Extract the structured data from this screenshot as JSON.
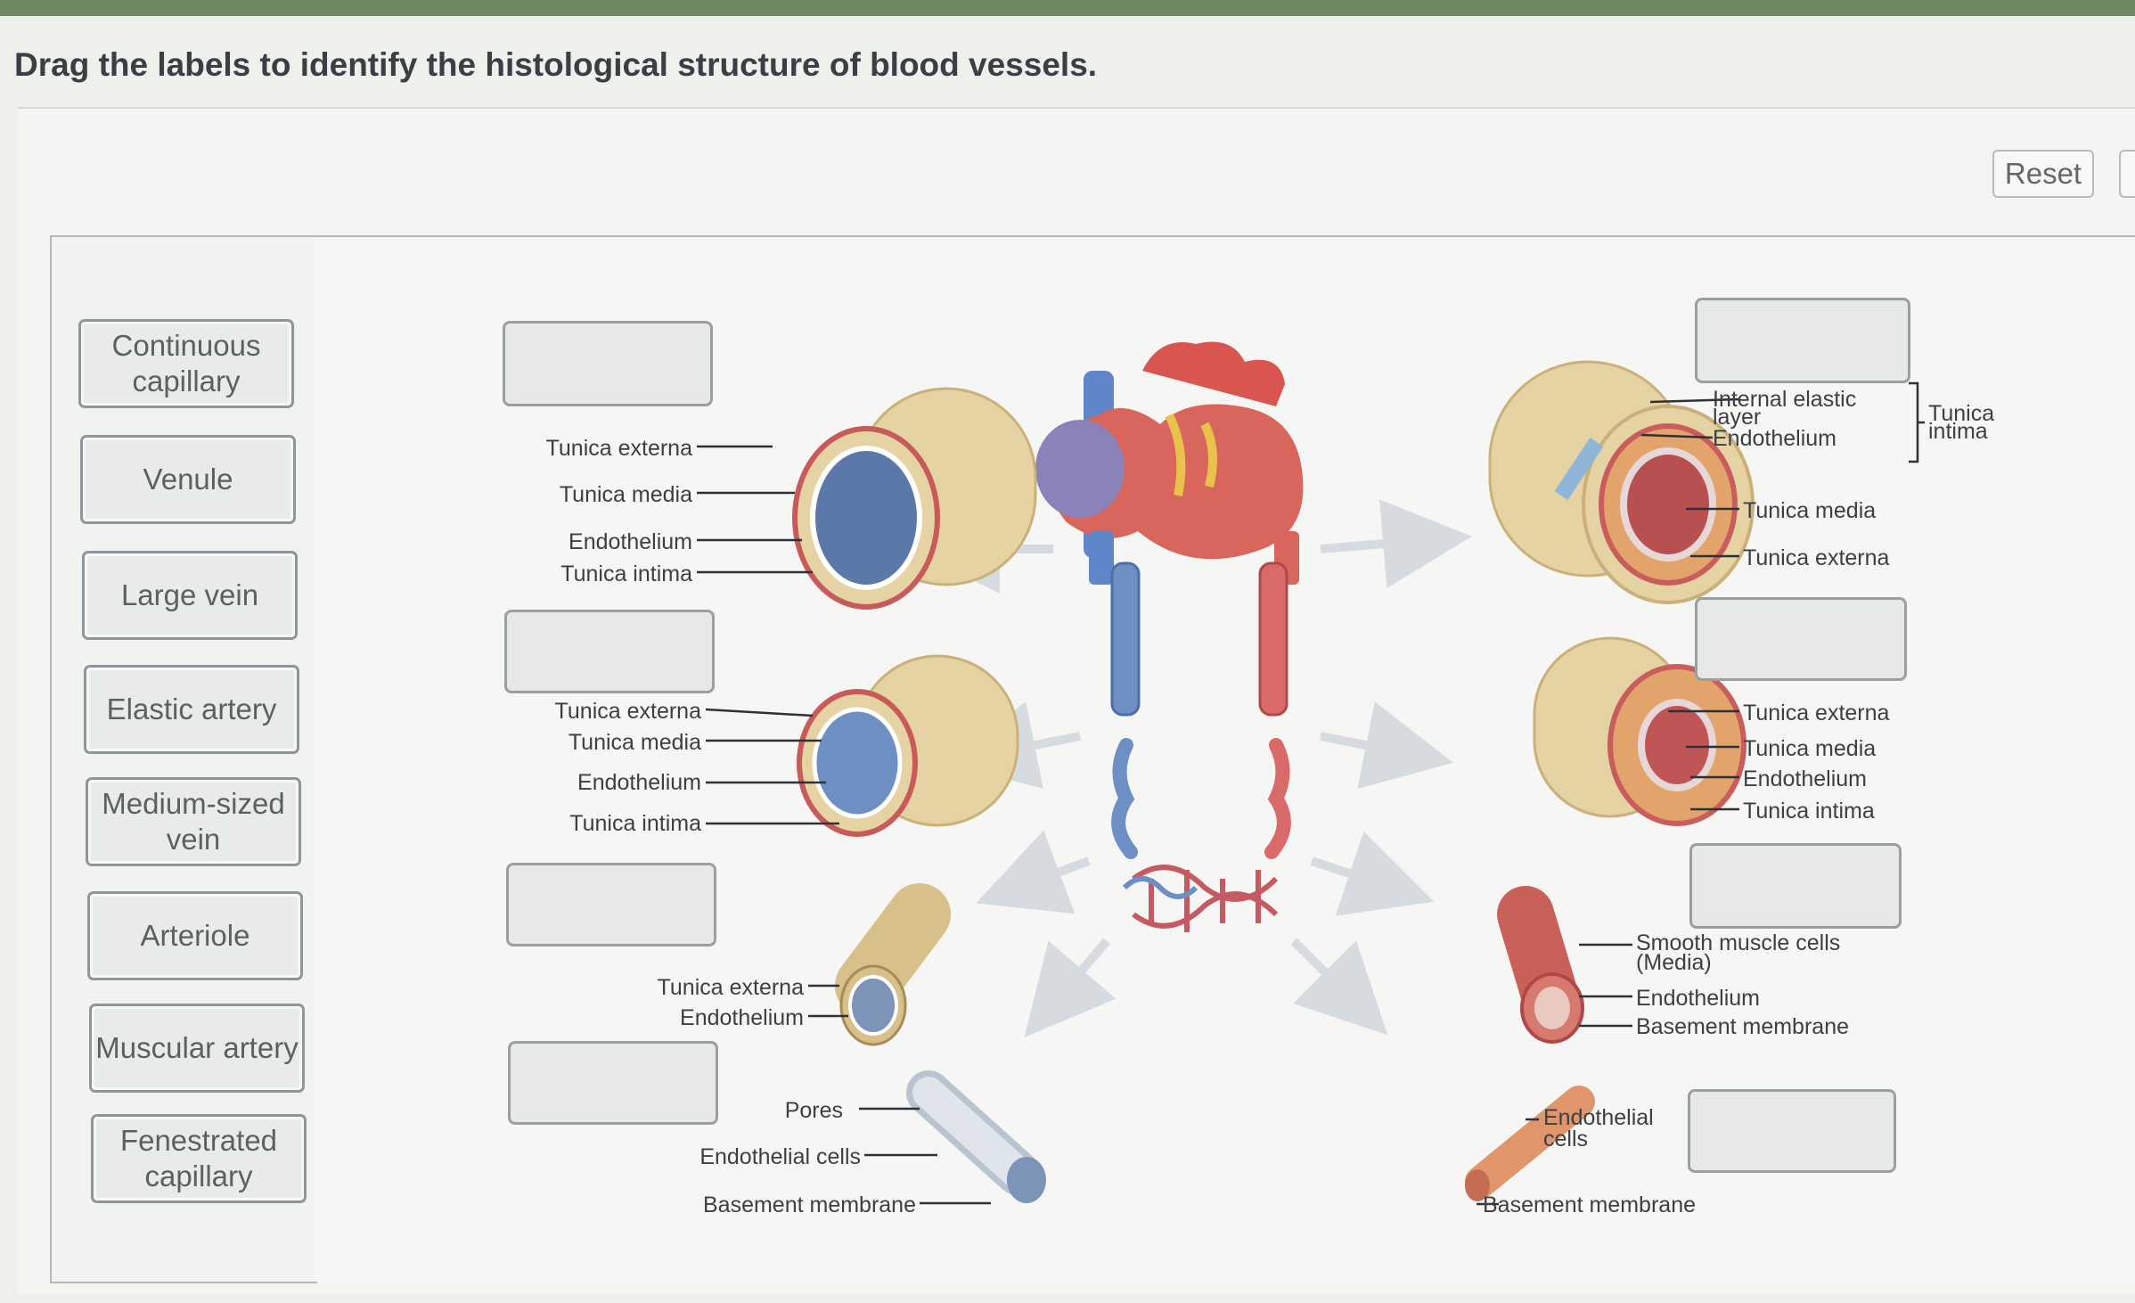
{
  "instruction": "Drag the labels to identify the histological structure of blood vessels.",
  "reset_label": "Reset",
  "labels": [
    {
      "l1": "Continuous",
      "l2": "capillary"
    },
    {
      "l1": "Venule",
      "l2": ""
    },
    {
      "l1": "Large vein",
      "l2": ""
    },
    {
      "l1": "Elastic artery",
      "l2": ""
    },
    {
      "l1": "Medium-sized",
      "l2": "vein"
    },
    {
      "l1": "Arteriole",
      "l2": ""
    },
    {
      "l1": "Muscular artery",
      "l2": ""
    },
    {
      "l1": "Fenestrated",
      "l2": "capillary"
    }
  ],
  "vein_labels": {
    "large_vein": [
      "Tunica externa",
      "Tunica media",
      "Endothelium",
      "Tunica intima"
    ],
    "medium_vein": [
      "Tunica externa",
      "Tunica media",
      "Endothelium",
      "Tunica intima"
    ],
    "venule": [
      "Tunica externa",
      "Endothelium"
    ],
    "fenestrated": [
      "Pores",
      "Endothelial cells",
      "Basement membrane"
    ]
  },
  "artery_labels": {
    "elastic": {
      "internal_elastic_1": "Internal elastic",
      "internal_elastic_2": "layer",
      "endothelium": "Endothelium",
      "media": "Tunica media",
      "externa": "Tunica externa",
      "intima_1": "Tunica",
      "intima_2": "intima"
    },
    "muscular": [
      "Tunica externa",
      "Tunica media",
      "Endothelium",
      "Tunica intima"
    ],
    "arteriole": {
      "smooth_1": "Smooth muscle cells",
      "smooth_2": "(Media)",
      "endothelium": "Endothelium",
      "basement": "Basement membrane"
    },
    "continuous": {
      "cells_1": "Endothelial",
      "cells_2": "cells",
      "basement": "Basement membrane"
    }
  },
  "colors": {
    "vein_blue": "#6d8fc4",
    "artery_red": "#d96a6a",
    "heart": "#d9665c",
    "externa": "#e6d3a3"
  }
}
